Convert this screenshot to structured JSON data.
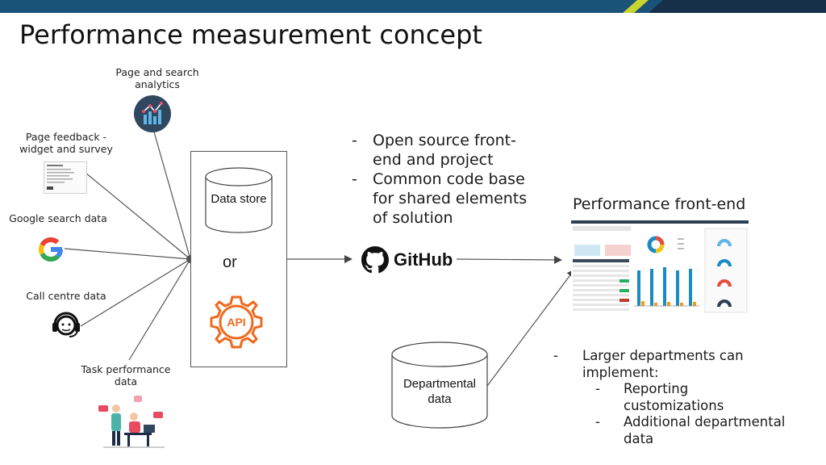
{
  "slide": {
    "title": "Performance measurement concept"
  },
  "sources": {
    "analytics_label": "Page and search analytics",
    "feedback_label": "Page feedback - widget and survey",
    "google_label": "Google search data",
    "callcentre_label": "Call centre data",
    "task_label": "Task performance data"
  },
  "store": {
    "data_store_label": "Data store",
    "or_label": "or",
    "api_label": "API"
  },
  "github": {
    "bullets": [
      "Open source front-end and project",
      "Common code base for shared elements of solution"
    ],
    "logo_text": "GitHub"
  },
  "departmental": {
    "label": "Departmental data"
  },
  "frontend": {
    "title": "Performance front-end"
  },
  "notes": {
    "main_bullet": "Larger departments can implement:",
    "sub_bullets": [
      "Reporting customizations",
      "Additional departmental data"
    ]
  },
  "colors": {
    "topbar_blue": "#1b5278",
    "topbar_accent": "#c7d62e",
    "analytics_circle": "#2f4860",
    "api_orange": "#ee6a1f",
    "dashboard_teal": "#1a8bc4"
  },
  "icons": [
    "analytics-icon",
    "feedback-widget-icon",
    "google-icon",
    "headset-icon",
    "task-illustration-icon",
    "api-gear-icon",
    "github-icon",
    "dashboard-thumbnail"
  ]
}
